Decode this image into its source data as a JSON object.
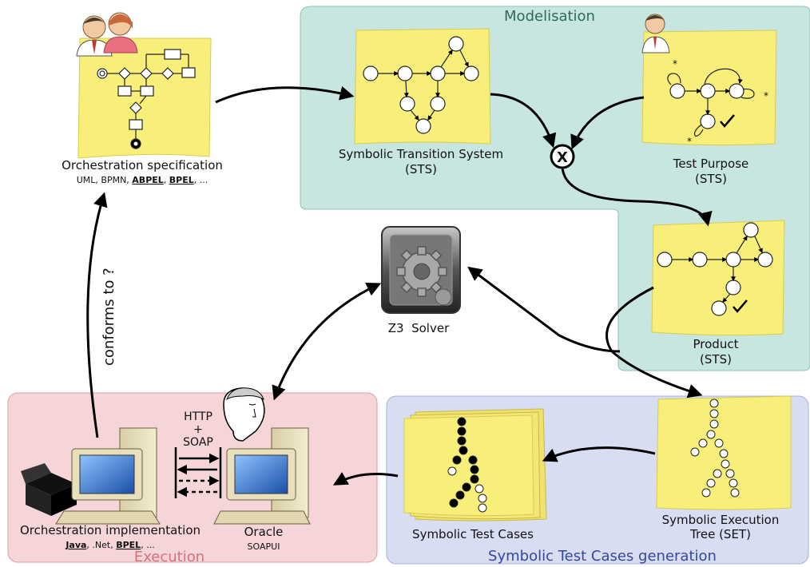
{
  "regions": {
    "modelisation": "Modelisation",
    "execution": "Execution",
    "generation": "Symbolic Test Cases generation"
  },
  "nodes": {
    "orchestration_spec": {
      "title": "Orchestration specification",
      "formats": [
        "UML, BPMN, ",
        "ABPEL",
        ", ",
        "BPEL",
        ", ..."
      ]
    },
    "sts": {
      "line1": "Symbolic Transition System",
      "line2": "(STS)"
    },
    "test_purpose": {
      "line1": "Test Purpose",
      "line2": "(STS)"
    },
    "product": {
      "line1": "Product",
      "line2": "(STS)"
    },
    "solver": {
      "label": "Z3  Solver"
    },
    "set": {
      "line1": "Symbolic Execution",
      "line2": "Tree (SET)"
    },
    "test_cases": {
      "label": "Symbolic Test Cases"
    },
    "implementation": {
      "title": "Orchestration implementation",
      "formats": [
        "Java",
        ", .Net, ",
        "BPEL",
        ", ..."
      ]
    },
    "oracle": {
      "line1": "Oracle",
      "line2": "SOAPUI"
    }
  },
  "edges": {
    "conforms": "conforms to ?",
    "protocol": [
      "HTTP",
      "+",
      "SOAP"
    ],
    "product_operator": "X",
    "loop_marker": "*"
  },
  "colors": {
    "modelisation_fill": "#c8e6e0",
    "execution_fill": "#f5d5d8",
    "generation_fill": "#d8ddf2",
    "note_fill": "#f8ee7a",
    "modelisation_title": "#2f6b58",
    "execution_title": "#d9707d",
    "generation_title": "#3347a0"
  }
}
